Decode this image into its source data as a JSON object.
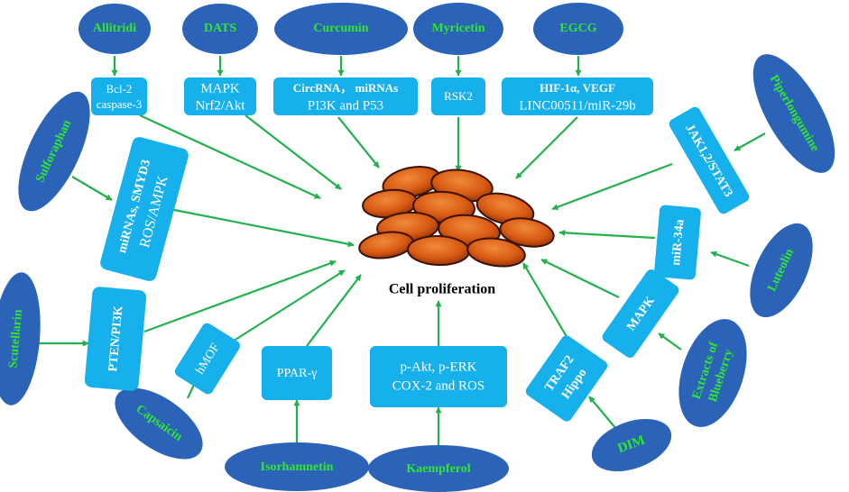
{
  "compounds": {
    "allitridi": "Allitridi",
    "dats": "DATS",
    "curcumin": "Curcumin",
    "myricetin": "Myricetin",
    "egcg": "EGCG",
    "piperlongumine": "Piperlongumine",
    "sulforaphan": "Sulforaphan",
    "luteolin": "Luteolin",
    "scutellarin": "Scutellarin",
    "blueberry_line1": "Extracts of",
    "blueberry_line2": "Blueberry",
    "capsaicin": "Capsaicin",
    "dim": "DIM",
    "isorhamnetin": "Isorhamnetin",
    "kaempferol": "Kaempferol"
  },
  "targets": {
    "bcl2_line1": "Bcl-2",
    "bcl2_line2": "caspase-3",
    "mapk_nrf2_line1": "MAPK",
    "mapk_nrf2_line2": "Nrf2/Akt",
    "circrna_line1": "CircRNA， miRNAs",
    "circrna_line2": "PI3K and P53",
    "rsk2": "RSK2",
    "hif_line1": "HIF-1α, VEGF",
    "hif_line2": "LINC00511/miR-29b",
    "jak": "JAK1,2/STAT3",
    "smyd3_line1": "miRNAs, SMYD3",
    "smyd3_line2": "ROS/AMPK",
    "mir34a": "miR-34a",
    "pten": "PTEN/PI3K",
    "mapk": "MAPK",
    "hmof": "hMOF",
    "ppar": "PPAR-γ",
    "pakt_line1": "p-Akt, p-ERK",
    "pakt_line2": "COX-2 and ROS",
    "traf2_line1": "TRAF2",
    "traf2_line2": "Hippo"
  },
  "center": {
    "label": "Cell proliferation"
  },
  "colors": {
    "ellipse_fill": "#2a63b8",
    "ellipse_text": "#32e632",
    "box_fill": "#16b0ec",
    "arrow": "#22b14c",
    "cell_fill": "#d85a12",
    "cell_dark": "#3b1204"
  }
}
